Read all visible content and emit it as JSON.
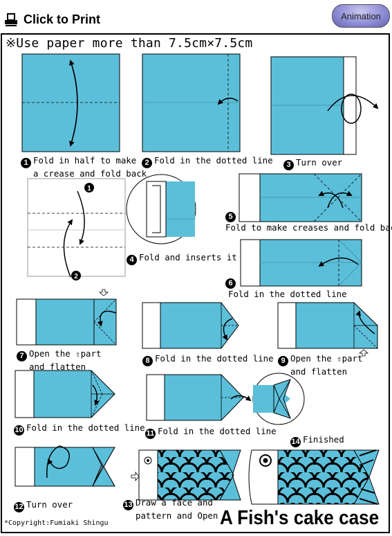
{
  "header": {
    "print_label": "Click to Print",
    "print_icon": "printer-icon",
    "animation_label": "Animation"
  },
  "paper_note": "※Use paper more than 7.5cm×7.5cm",
  "colors": {
    "paper_blue": "#5cbfda",
    "paper_white": "#ffffff",
    "button_purple": "#8f8fd6",
    "outline": "#000000"
  },
  "steps": [
    {
      "num": "1",
      "line1": "Fold in half to make",
      "line2": "a crease and fold back"
    },
    {
      "num": "2",
      "line1": "Fold in the dotted line",
      "line2": ""
    },
    {
      "num": "3",
      "line1": "Turn over",
      "line2": ""
    },
    {
      "num": "4",
      "line1": "Fold and inserts it",
      "line2": ""
    },
    {
      "num": "5",
      "line1": "",
      "line2": "Fold to make creases and fold back"
    },
    {
      "num": "6",
      "line1": "",
      "line2": "Fold in the dotted line"
    },
    {
      "num": "7",
      "line1": "Open the ⇧part",
      "line2": "and flatten"
    },
    {
      "num": "8",
      "line1": "Fold in the dotted line",
      "line2": ""
    },
    {
      "num": "9",
      "line1": "Open the ⇧part",
      "line2": "and flatten"
    },
    {
      "num": "10",
      "line1": "Fold in the dotted line",
      "line2": ""
    },
    {
      "num": "11",
      "line1": "Fold in the dotted line",
      "line2": ""
    },
    {
      "num": "12",
      "line1": "Turn over",
      "line2": ""
    },
    {
      "num": "13",
      "line1": "Draw a face and",
      "line2": "pattern and Open"
    },
    {
      "num": "14",
      "line1": "Finished",
      "line2": ""
    }
  ],
  "diagram_marks": {
    "mark_1": "1",
    "mark_2": "2"
  },
  "copyright": "*Copyright:Fumiaki Shingu",
  "title": "A Fish's cake case"
}
